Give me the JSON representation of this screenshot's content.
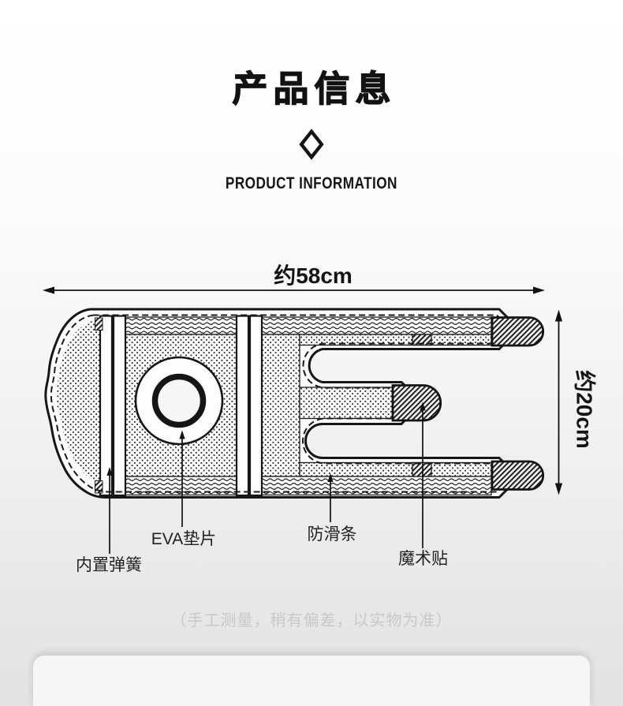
{
  "header": {
    "title": "产品信息",
    "subtitle": "PRODUCT INFORMATION"
  },
  "diagram": {
    "width_label": "约58cm",
    "height_label": "约20cm",
    "labels": {
      "spring": "内置弹簧",
      "eva_pad": "EVA垫片",
      "anti_slip": "防滑条",
      "velcro": "魔术贴"
    }
  },
  "note": "（手工测量，稍有偏差，以实物为准）",
  "colors": {
    "ink": "#1a1a1a",
    "note_text": "#c8c8c8"
  }
}
